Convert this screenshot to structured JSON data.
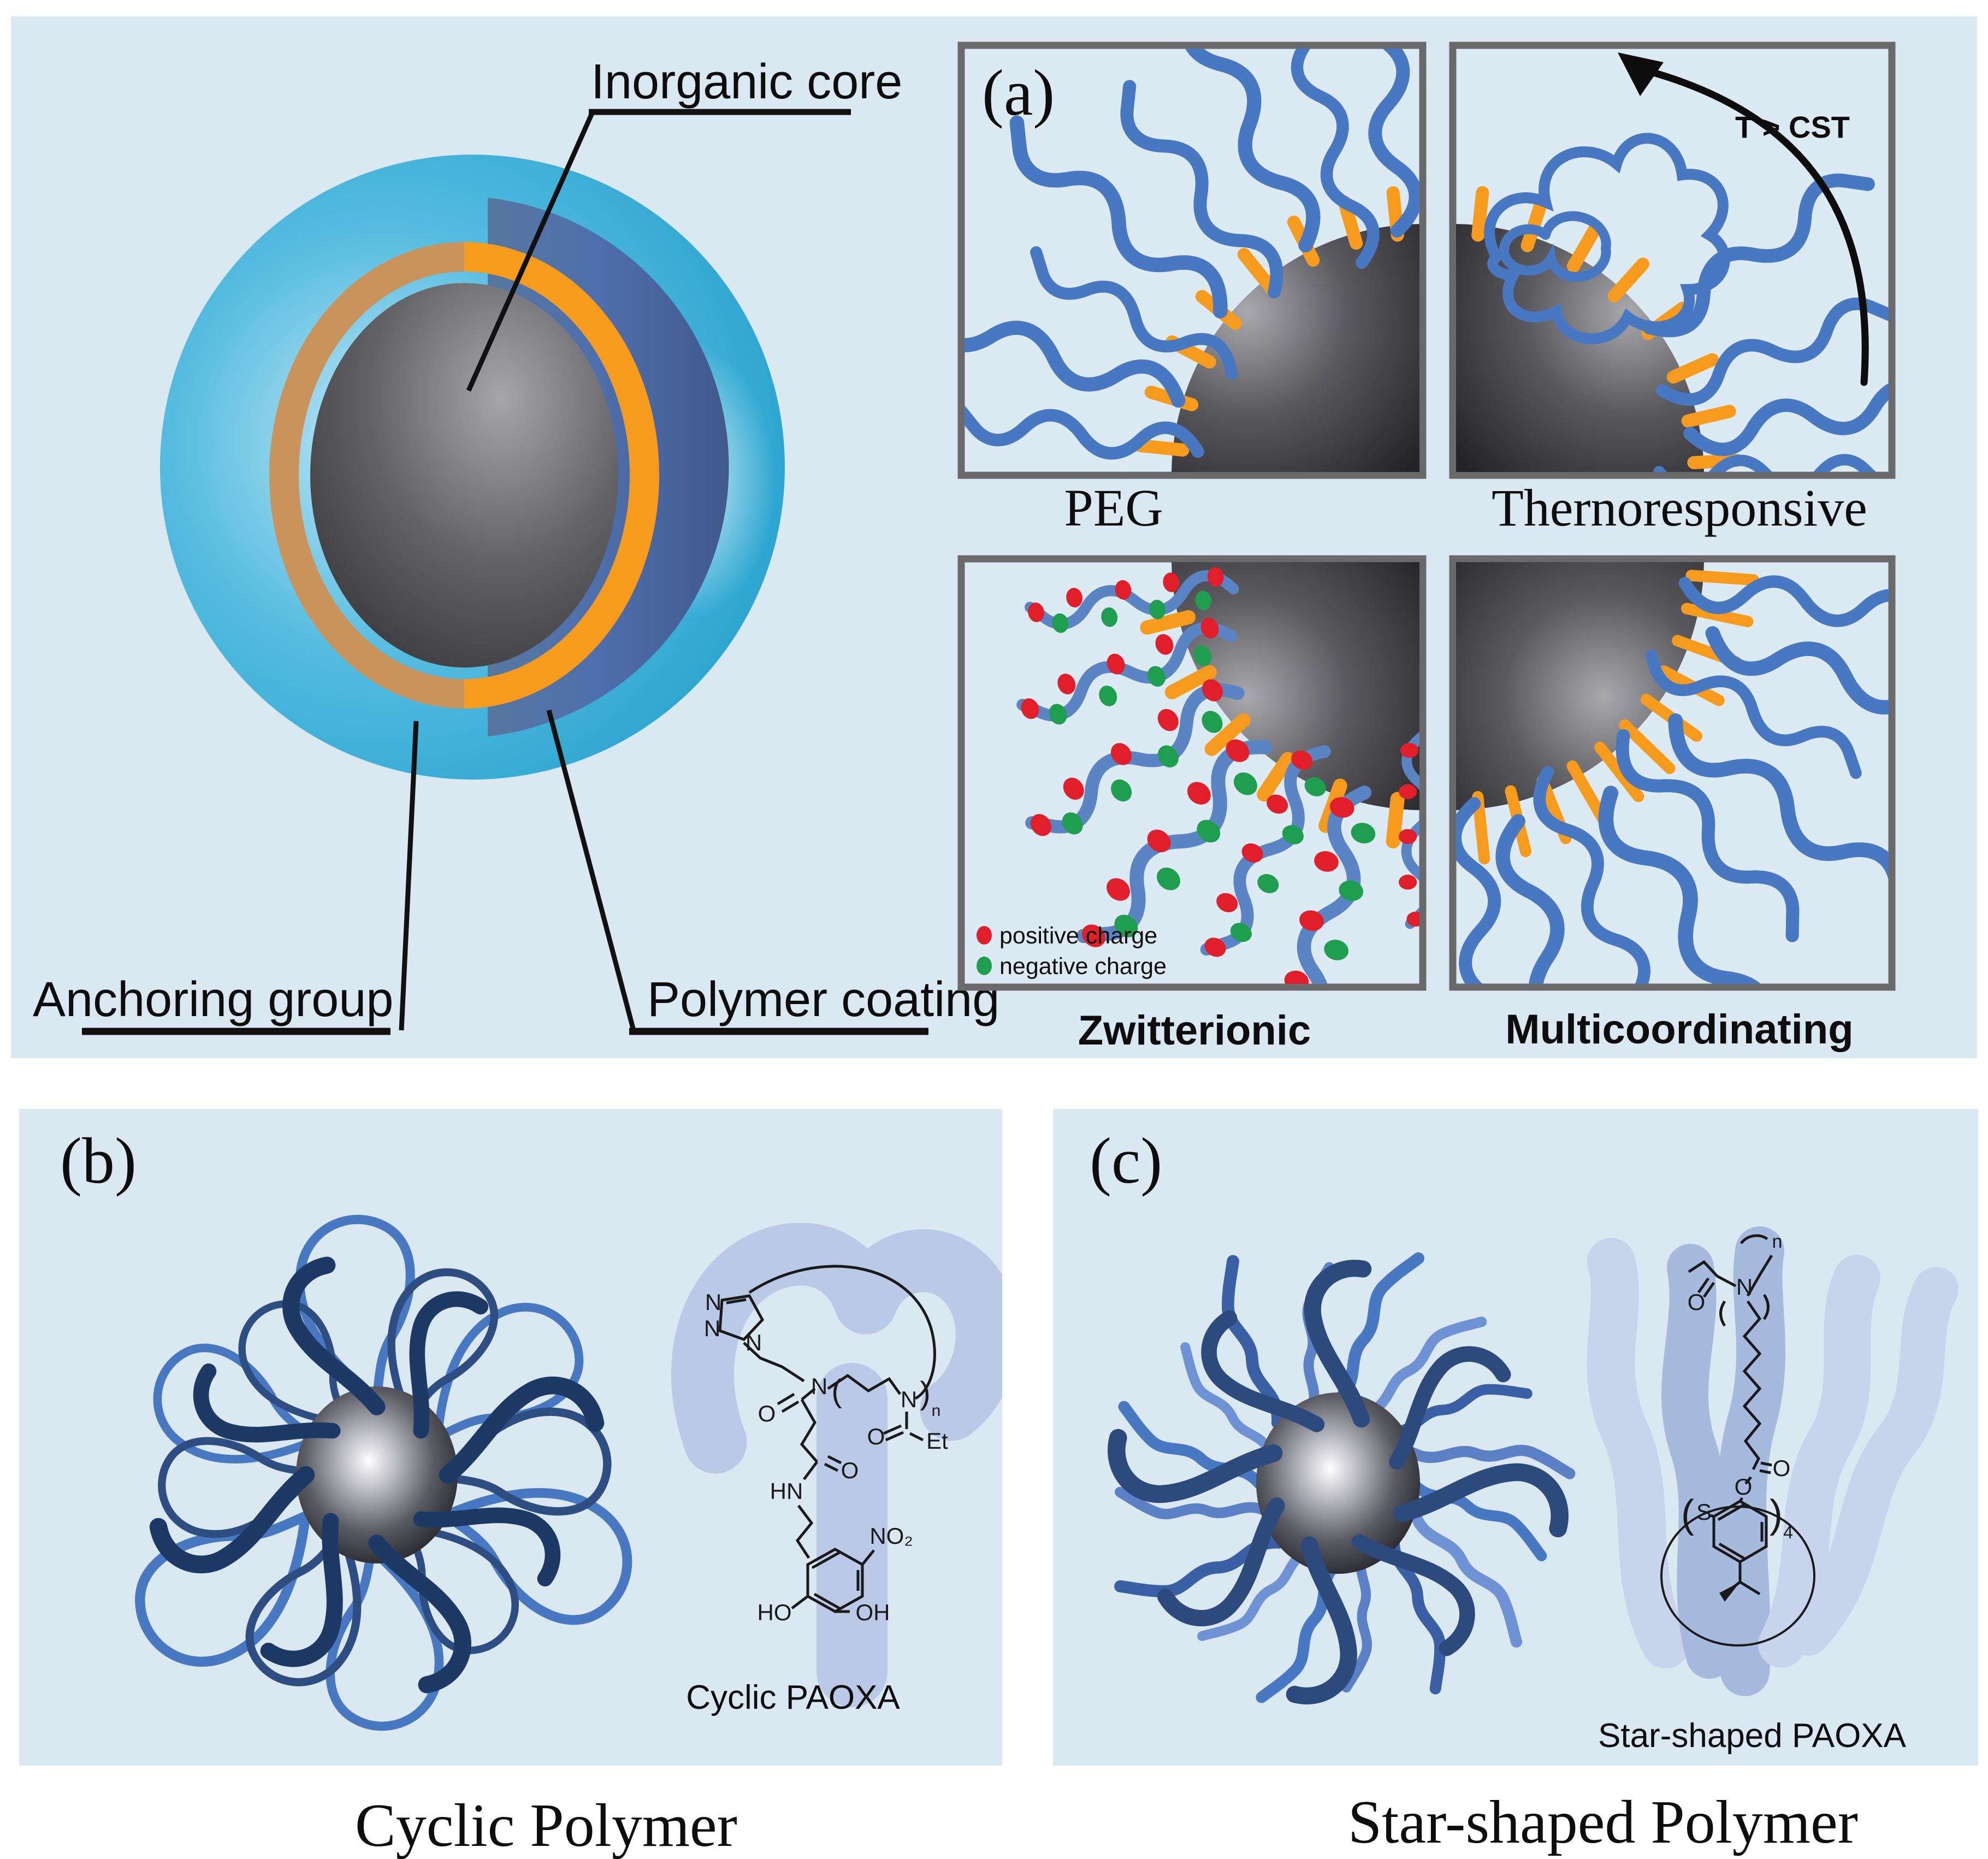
{
  "figure": {
    "colors": {
      "panel_bg": "#d9e8f1",
      "box_bg": "#dcebf3",
      "box_border": "#6a6a6c",
      "chain_blue": "#4878c2",
      "chain_blue_light": "#6f92d4",
      "chain_navy": "#2e4d80",
      "anchor_orange": "#f79b1e",
      "anchor_tan": "#c9935c",
      "outer_cyan": "#1f9ecb",
      "lens_blue": "#4e6fad",
      "core_gray_dark": "#3a3a3d",
      "positive_red": "#e01f2b",
      "negative_green": "#1f9e4f",
      "structure_blob": "#b9c9e6",
      "line_black": "#111111"
    },
    "core_shell": {
      "core_label": "Inorganic core",
      "anchor_label": "Anchoring group",
      "coating_label": "Polymer coating"
    },
    "panel_a": {
      "tag": "(a)",
      "peg_label": "PEG",
      "thermo_label": "Thernoresponsive",
      "thermo_annotation": "T > CST",
      "zwit_label": "Zwitterionic",
      "multi_label": "Multicoordinating",
      "legend": {
        "positive": "positive charge",
        "negative": "negative charge"
      }
    },
    "panel_b": {
      "tag": "(b)",
      "structure_label": "Cyclic PAOXA",
      "caption": "Cyclic Polymer",
      "atoms": {
        "n1": "N",
        "n2": "N",
        "n3": "N",
        "amide_n": "N",
        "paren_open": "(",
        "ring_n": "N",
        "paren_close": ")",
        "sub_n": "n",
        "o1": "O",
        "o2": "O",
        "o3": "O",
        "et": "Et",
        "hn": "HN",
        "no2": "NO₂",
        "ho": "HO",
        "oh": "OH"
      }
    },
    "panel_c": {
      "tag": "(c)",
      "structure_label": "Star-shaped PAOXA",
      "caption": "Star-shaped Polymer",
      "atoms": {
        "sub_n": "n",
        "n": "N",
        "o1": "O",
        "o2": "O",
        "o3": "O",
        "s": "S",
        "lparen": "(",
        "rparen": ")",
        "four": "4"
      }
    }
  }
}
